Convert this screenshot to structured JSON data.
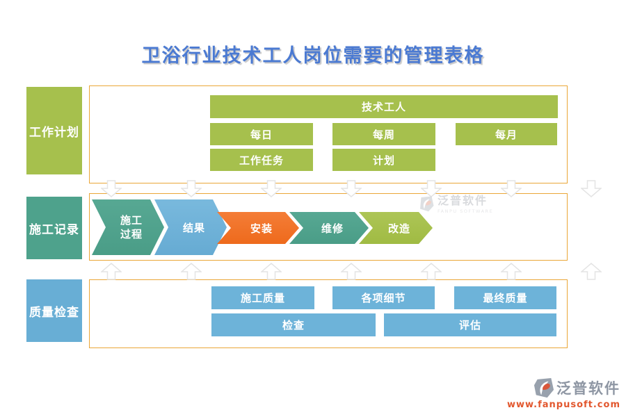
{
  "title": "卫浴行业技术工人岗位需要的管理表格",
  "sections": [
    {
      "label": "工作计划",
      "boxes": [
        "技术工人",
        "每日",
        "每周",
        "每月",
        "工作任务",
        "计划"
      ]
    },
    {
      "label": "施工记录",
      "steps": [
        "施工过程",
        "结果",
        "安装",
        "维修",
        "改造"
      ]
    },
    {
      "label": "质量检查",
      "boxes": [
        "施工质量",
        "各项细节",
        "最终质量",
        "检查",
        "评估"
      ]
    }
  ],
  "watermark": {
    "brand": "泛普软件",
    "subtitle": "FANPU SOFTWARE"
  },
  "footer": {
    "brand": "泛普软件",
    "url": "www.fanpusoft.com"
  },
  "colors": {
    "olive": "#a6c04d",
    "teal": "#4ea28c",
    "blue_box": "#6db3d9",
    "blue_label": "#68aed5",
    "orange": "#f0712a",
    "panel_border": "#eaa637",
    "title_blue": "#4b7ad2",
    "footer_url": "#e2572e",
    "arrow_outline": "#e4e4e4"
  }
}
